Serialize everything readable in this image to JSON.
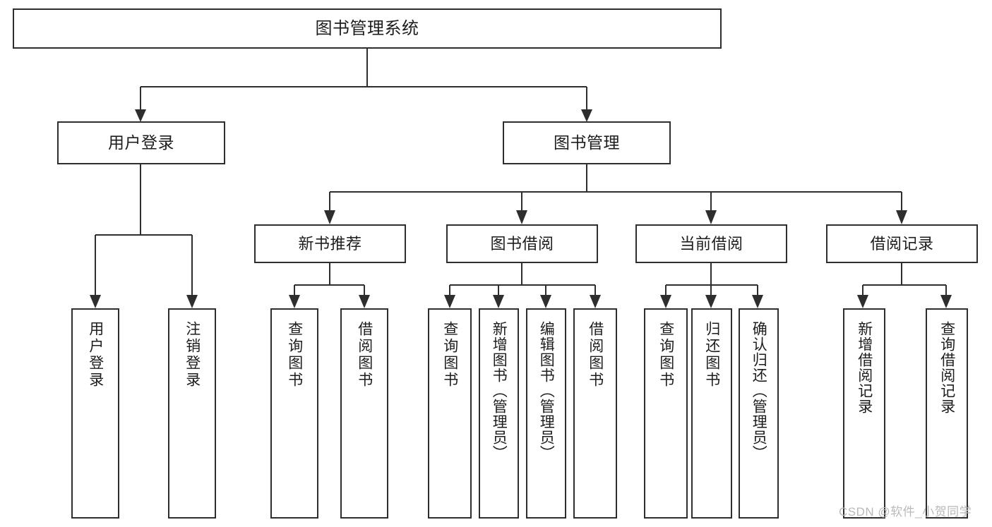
{
  "diagram": {
    "title": "图书管理系统",
    "type": "tree",
    "watermark": "CSDN @软件_小贺同学",
    "colors": {
      "background": "#ffffff",
      "stroke": "#2e2e2e",
      "box_fill": "#ffffff",
      "text": "#1d1d1d",
      "watermark": "#b9b9b9"
    },
    "root": {
      "label": "图书管理系统"
    },
    "level2": [
      {
        "label": "用户登录"
      },
      {
        "label": "图书管理"
      }
    ],
    "level3": [
      {
        "label": "新书推荐"
      },
      {
        "label": "图书借阅"
      },
      {
        "label": "当前借阅"
      },
      {
        "label": "借阅记录"
      }
    ],
    "leaves": {
      "user_login": [
        {
          "label": "用户登录"
        },
        {
          "label": "注销登录"
        }
      ],
      "new_book": [
        {
          "label": "查询图书"
        },
        {
          "label": "借阅图书"
        }
      ],
      "borrow": [
        {
          "label": "查询图书"
        },
        {
          "label": "新增图书（管理员）"
        },
        {
          "label": "编辑图书（管理员）"
        },
        {
          "label": "借阅图书"
        }
      ],
      "current": [
        {
          "label": "查询图书"
        },
        {
          "label": "归还图书"
        },
        {
          "label": "确认归还（管理员）"
        }
      ],
      "records": [
        {
          "label": "新增借阅记录"
        },
        {
          "label": "查询借阅记录"
        }
      ]
    }
  }
}
